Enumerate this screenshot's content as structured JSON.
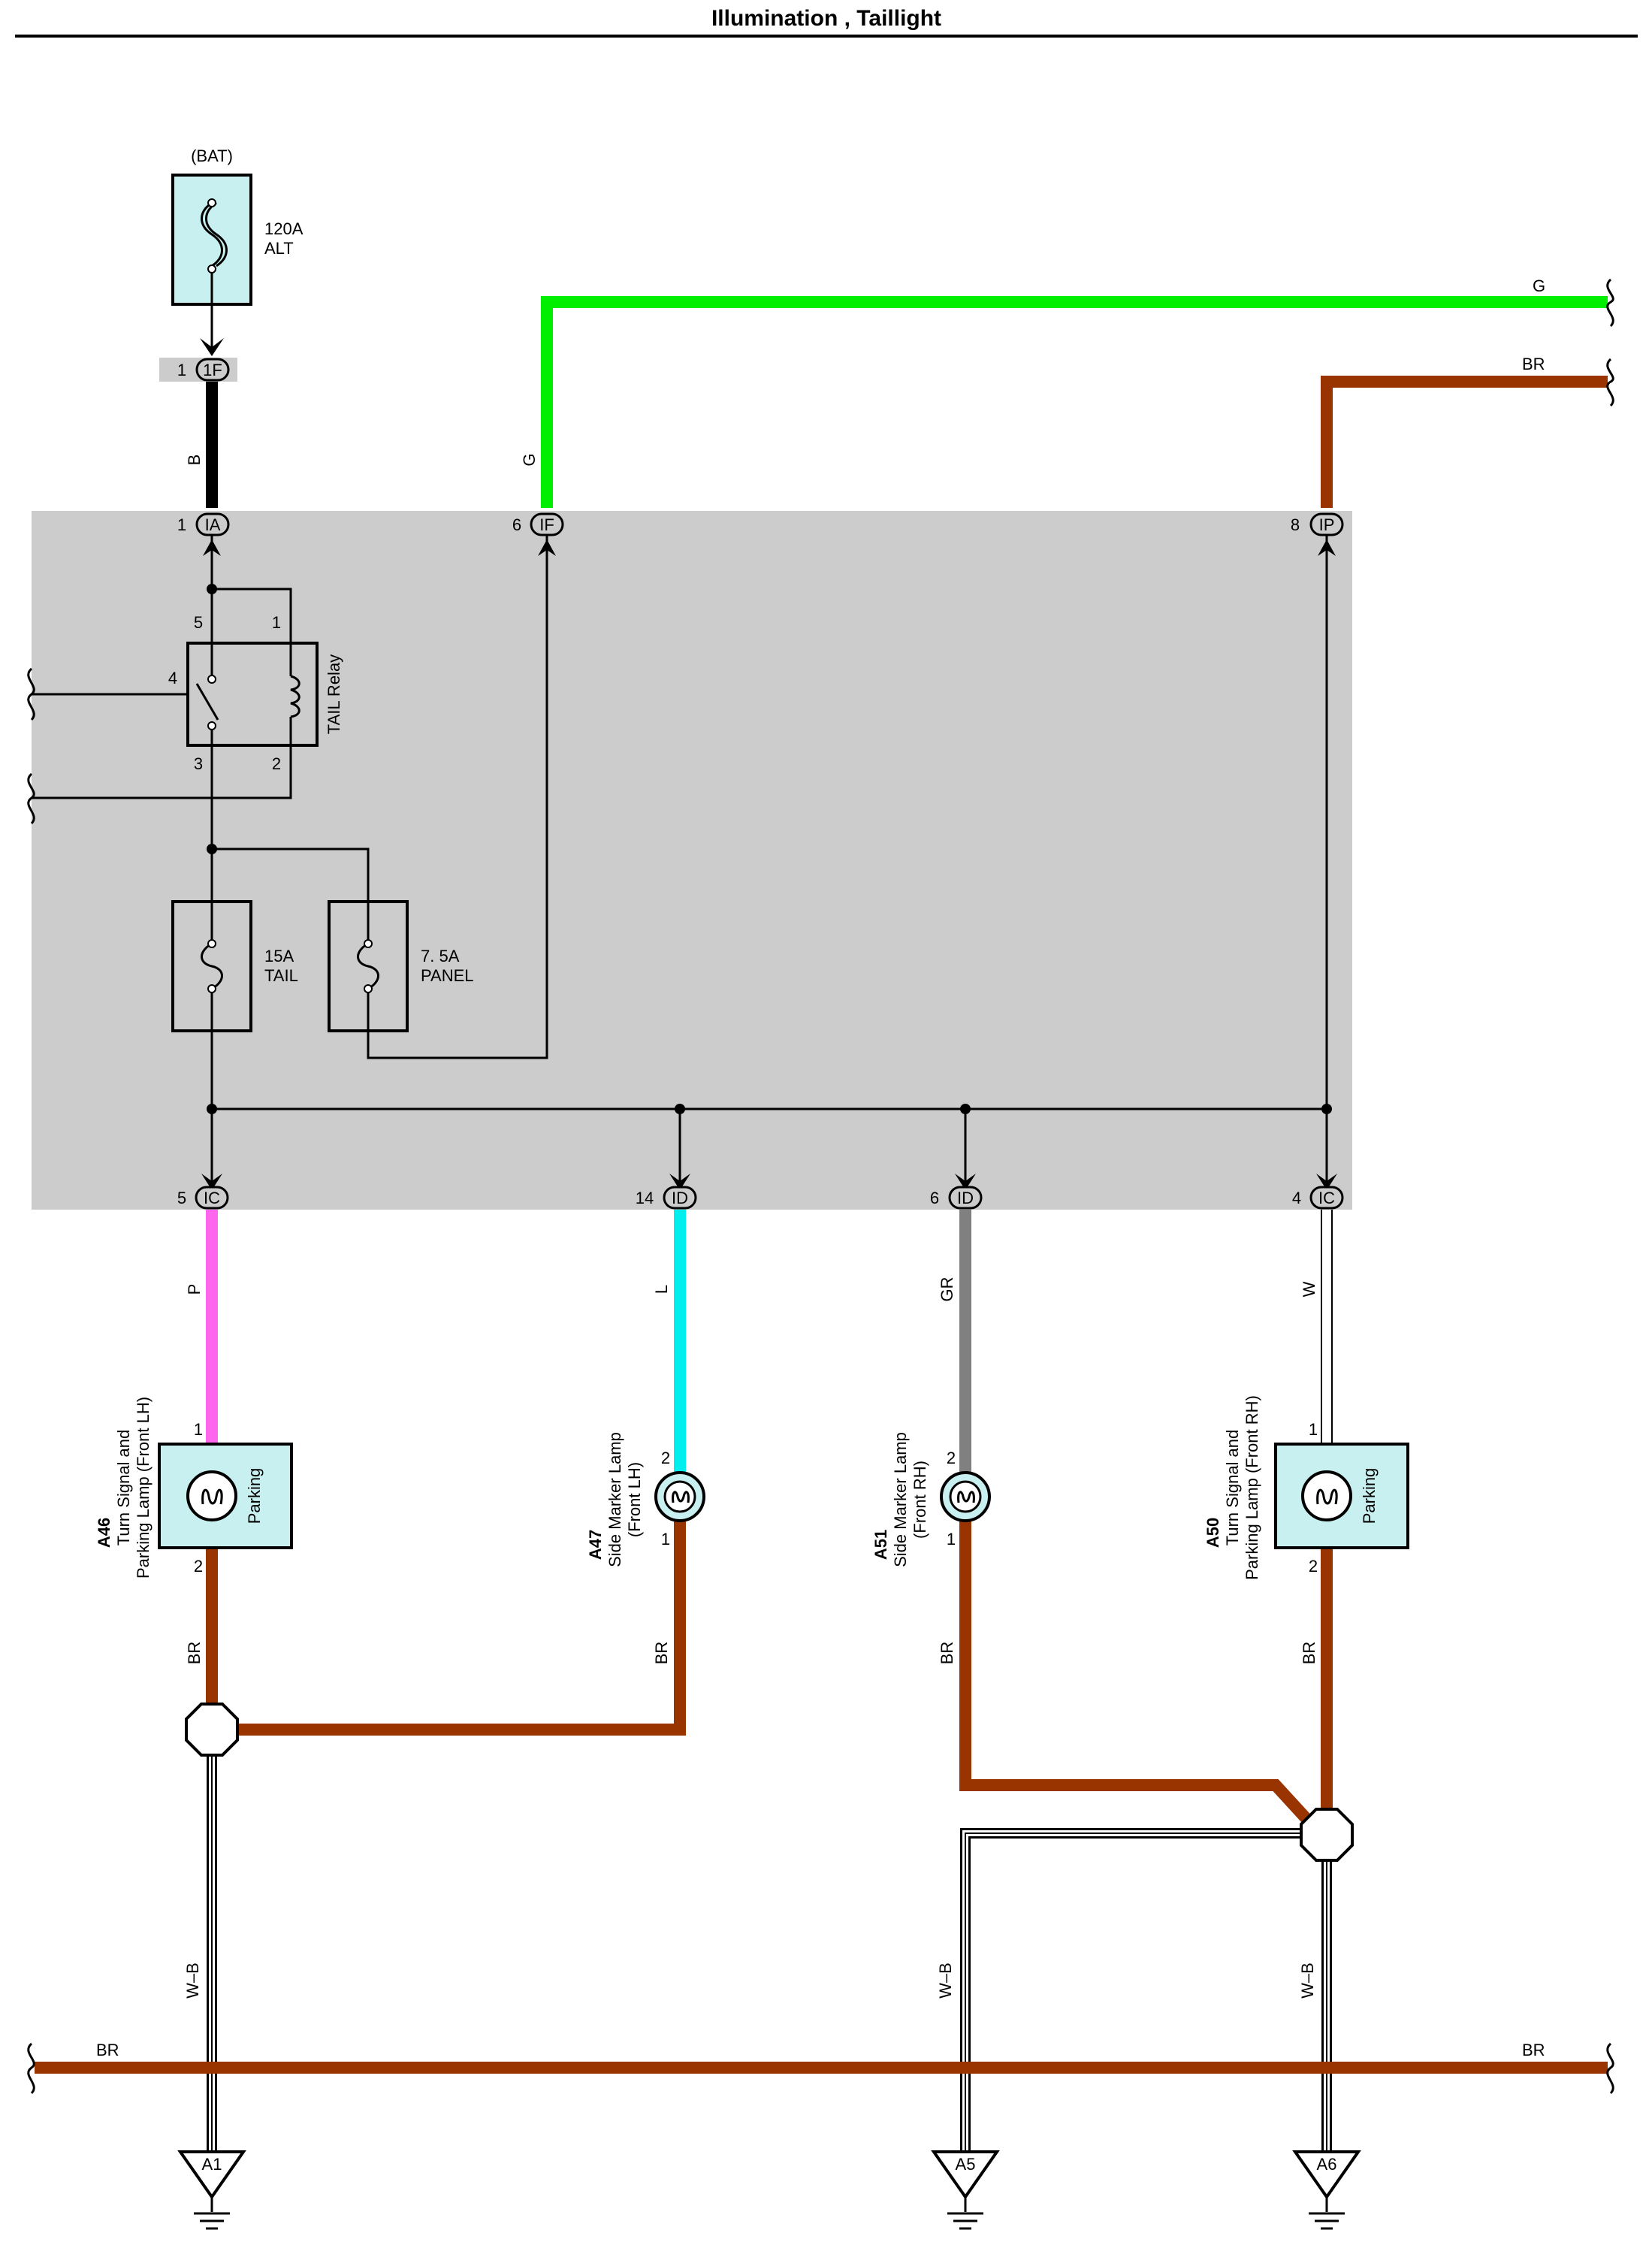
{
  "title": "Illumination , Taillight",
  "colors": {
    "junction_block": "#cccccc",
    "part_fill": "#c8f0f0",
    "G": "#00ee00",
    "BR": "#993300",
    "P": "#ff66ee",
    "L": "#00eeee",
    "GR": "#808080",
    "B": "#000000",
    "W": "#ffffff"
  },
  "battery": {
    "label": "(BAT)",
    "fuse_rating": "120A",
    "fuse_name": "ALT"
  },
  "wires": {
    "b": "B",
    "g": "G",
    "br": "BR",
    "p": "P",
    "l": "L",
    "gr": "GR",
    "w": "W",
    "wb": "W–B"
  },
  "connectors": {
    "c1f": {
      "pin": "1",
      "code": "1F"
    },
    "ia": {
      "pin": "1",
      "code": "IA"
    },
    "if": {
      "pin": "6",
      "code": "IF"
    },
    "ip": {
      "pin": "8",
      "code": "IP"
    },
    "ic5": {
      "pin": "5",
      "code": "IC"
    },
    "id14": {
      "pin": "14",
      "code": "ID"
    },
    "id6": {
      "pin": "6",
      "code": "ID"
    },
    "ic4": {
      "pin": "4",
      "code": "IC"
    }
  },
  "relay": {
    "name": "TAIL Relay",
    "pin5": "5",
    "pin1": "1",
    "pin4": "4",
    "pin3": "3",
    "pin2": "2"
  },
  "fuses": {
    "tail": {
      "rating": "15A",
      "name": "TAIL"
    },
    "panel": {
      "rating": "7. 5A",
      "name": "PANEL"
    }
  },
  "parts": {
    "a46": {
      "code": "A46",
      "line1": "Turn Signal and",
      "line2": "Parking Lamp (Front LH)",
      "inner": "Parking",
      "pin_top": "1",
      "pin_bottom": "2"
    },
    "a47": {
      "code": "A47",
      "line1": "Side Marker Lamp",
      "line2": "(Front LH)",
      "pin_top": "2",
      "pin_bottom": "1"
    },
    "a51": {
      "code": "A51",
      "line1": "Side Marker Lamp",
      "line2": "(Front RH)",
      "pin_top": "2",
      "pin_bottom": "1"
    },
    "a50": {
      "code": "A50",
      "line1": "Turn Signal and",
      "line2": "Parking Lamp (Front RH)",
      "inner": "Parking",
      "pin_top": "1",
      "pin_bottom": "2"
    }
  },
  "grounds": {
    "a1": "A1",
    "a5": "A5",
    "a6": "A6"
  }
}
